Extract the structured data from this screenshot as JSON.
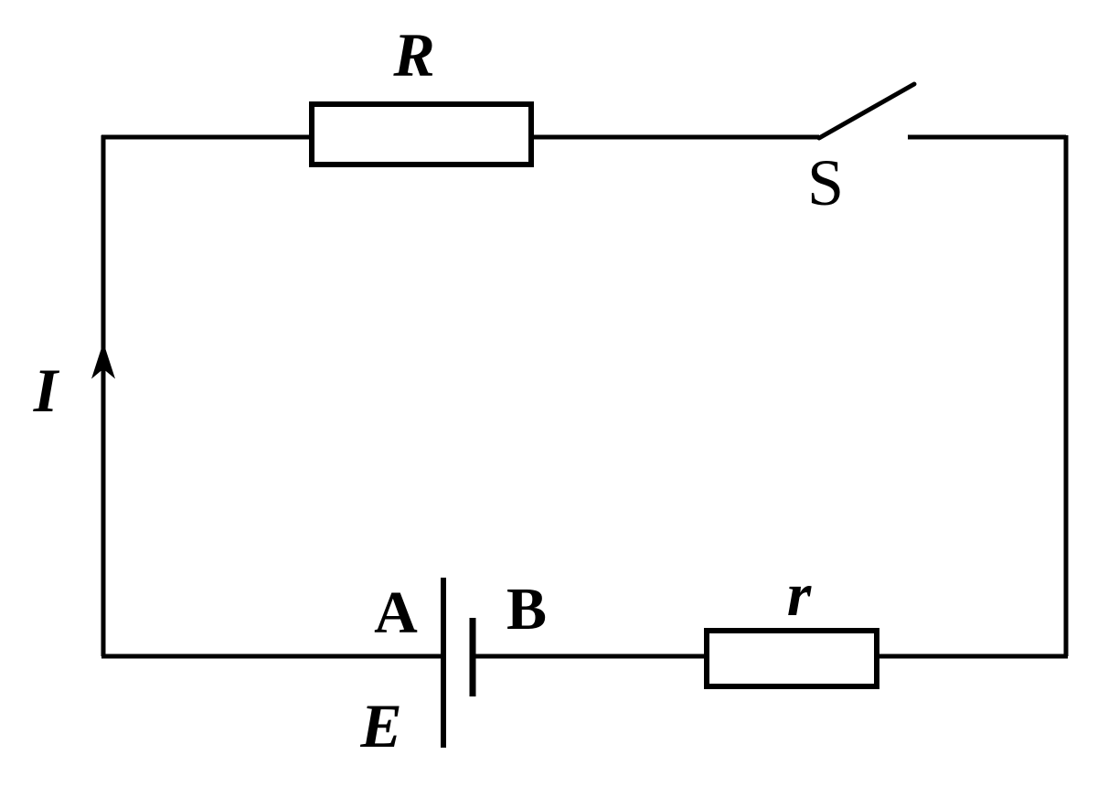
{
  "diagram": {
    "type": "circuit-diagram",
    "description": "Series DC circuit: battery E with terminals A and B, internal resistance r, external resistor R, open switch S, current I flowing counterclockwise (upward in left wire)",
    "background_color": "#ffffff",
    "line_color": "#000000",
    "labels": {
      "external_resistor": "R",
      "switch": "S",
      "current": "I",
      "terminal_a": "A",
      "terminal_b": "B",
      "emf": "E",
      "internal_resistor": "r"
    },
    "components": [
      "resistor-R (rectangle, top branch)",
      "switch-S (open blade switch, top-right branch)",
      "current-arrow-I (upward arrow, left branch)",
      "battery-E (long plate A left, short plate B right, bottom branch)",
      "resistor-r (rectangle, bottom-right branch)"
    ]
  }
}
